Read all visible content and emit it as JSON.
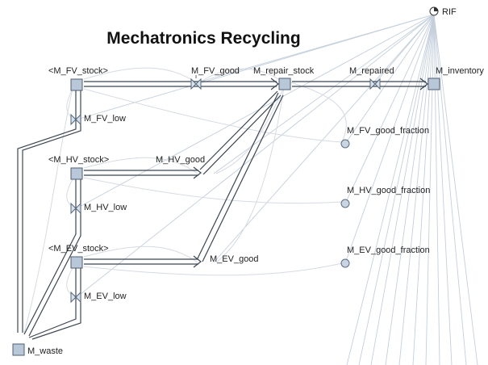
{
  "title": "Mechatronics Recycling",
  "variables": {
    "rif": "RIF",
    "fv_stock": "<M_FV_stock>",
    "hv_stock": "<M_HV_stock>",
    "ev_stock": "<M_EV_stock>",
    "fv_good": "M_FV_good",
    "hv_good": "M_HV_good",
    "ev_good": "M_EV_good",
    "fv_low": "M_FV_low",
    "hv_low": "M_HV_low",
    "ev_low": "M_EV_low",
    "repair_stock": "M_repair_stock",
    "repaired": "M_repaired",
    "inventory": "M_inventory",
    "fv_good_fraction": "M_FV_good_fraction",
    "hv_good_fraction": "M_HV_good_fraction",
    "ev_good_fraction": "M_EV_good_fraction",
    "waste": "M_waste"
  },
  "colors": {
    "stock_fill": "#b9c8d8",
    "pipe": "#3b4652",
    "link": "#d6dbe2"
  }
}
